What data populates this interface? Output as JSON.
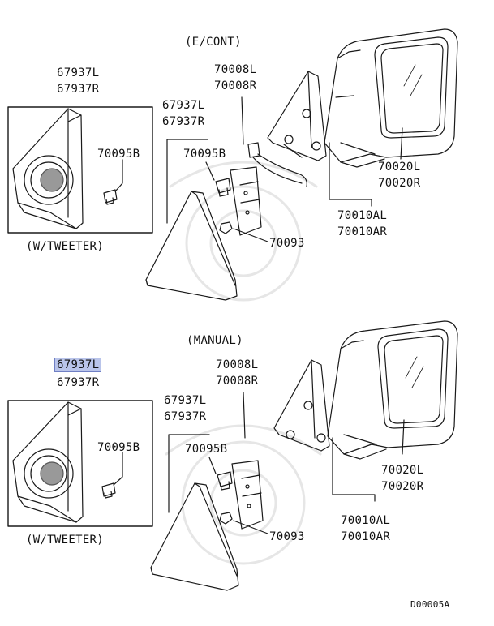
{
  "top": {
    "variant": "(E/CONT)",
    "inset_label_1": "67937L",
    "inset_label_2": "67937R",
    "inset_clip": "70095B",
    "inset_caption": "(W/TWEETER)",
    "cover_1": "67937L",
    "cover_2": "67937R",
    "clip": "70095B",
    "bracket_1": "70008L",
    "bracket_2": "70008R",
    "nut": "70093",
    "glass_1": "70020L",
    "glass_2": "70020R",
    "mirror_1": "70010AL",
    "mirror_2": "70010AR"
  },
  "bottom": {
    "variant": "(MANUAL)",
    "inset_label_1": "67937L",
    "inset_label_2": "67937R",
    "inset_clip": "70095B",
    "inset_caption": "(W/TWEETER)",
    "cover_1": "67937L",
    "cover_2": "67937R",
    "clip": "70095B",
    "bracket_1": "70008L",
    "bracket_2": "70008R",
    "nut": "70093",
    "glass_1": "70020L",
    "glass_2": "70020R",
    "mirror_1": "70010AL",
    "mirror_2": "70010AR"
  },
  "diagram_code": "D00005A",
  "colors": {
    "line": "#1a1a1a",
    "highlight": "#b9c4ea",
    "watermark": "#e6e6e6"
  }
}
